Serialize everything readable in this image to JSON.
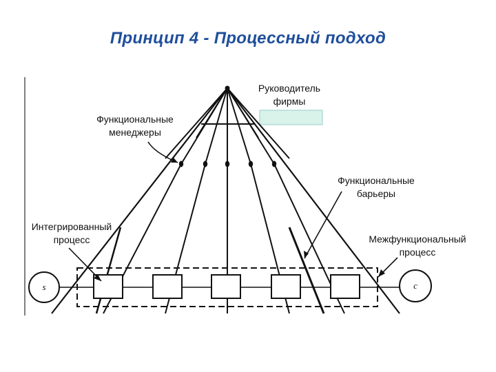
{
  "title": "Принцип 4 - Процессный подход",
  "labels": {
    "ceo": [
      "Руководитель",
      "фирмы"
    ],
    "functional_managers": [
      "Функциональные",
      "менеджеры"
    ],
    "functional_barriers": [
      "Функциональные",
      "барьеры"
    ],
    "integrated_process": [
      "Интегрированный",
      "процесс"
    ],
    "cross_functional_process": [
      "Межфункциональный",
      "процесс"
    ],
    "left_circle": "s",
    "right_circle": "c"
  },
  "colors": {
    "title": "#1f4e9c",
    "highlight_box": "#d9f2ea",
    "line": "#111111"
  }
}
